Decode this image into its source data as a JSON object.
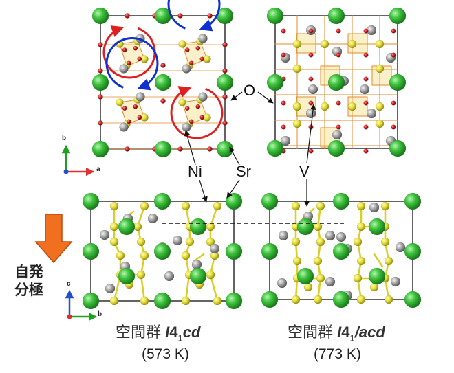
{
  "labels": {
    "o_label": "O",
    "ni_label": "Ni",
    "sr_label": "Sr",
    "v_label": "V",
    "polarization": "自発\n分極",
    "polarization_line1": "自発",
    "polarization_line2": "分極"
  },
  "axes_top": {
    "b": "b",
    "a": "a"
  },
  "axes_bottom": {
    "c": "c",
    "b": "b"
  },
  "captions": {
    "left_prefix": "空間群 ",
    "left_sg_main": "I",
    "left_sg_num": "4",
    "left_sg_sub": "1",
    "left_sg_rest": "cd",
    "left_temp": "(573 K)",
    "right_prefix": "空間群 ",
    "right_sg_main": "I",
    "right_sg_num": "4",
    "right_sg_sub": "1",
    "right_sg_rest": "/acd",
    "right_temp": "(773 K)"
  },
  "colors": {
    "sr": "#3ec43e",
    "ni_v": "#e8e040",
    "oxygen": "#d42020",
    "gray_atom": "#a0a0a0",
    "rotation_clockwise": "#e02020",
    "rotation_counter": "#1030d0",
    "polarization_arrow": "#f07020",
    "bond": "#e08a2c",
    "axis_a": "#e03030",
    "axis_b": "#20a020",
    "axis_c": "#2050d0"
  }
}
